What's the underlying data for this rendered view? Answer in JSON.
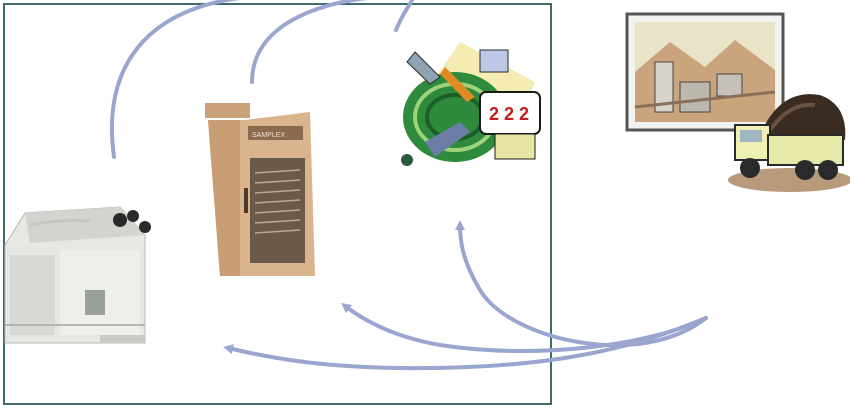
{
  "diagram": {
    "frame_color": "#3f6b68",
    "arrow_color": "#9aa6cf",
    "nodes": [
      {
        "id": "sample-splitter",
        "icon": "sample-splitter-machine-icon"
      },
      {
        "id": "sample-dryer",
        "icon": "sample-dryer-cabinet-icon"
      },
      {
        "id": "lab-analysis",
        "icon": "lab-tools-clipart-icon"
      },
      {
        "id": "mine-site",
        "icon": "mine-site-picture-icon"
      },
      {
        "id": "haul-truck",
        "icon": "haul-truck-icon"
      }
    ],
    "device_label": "SAMPLEX"
  }
}
